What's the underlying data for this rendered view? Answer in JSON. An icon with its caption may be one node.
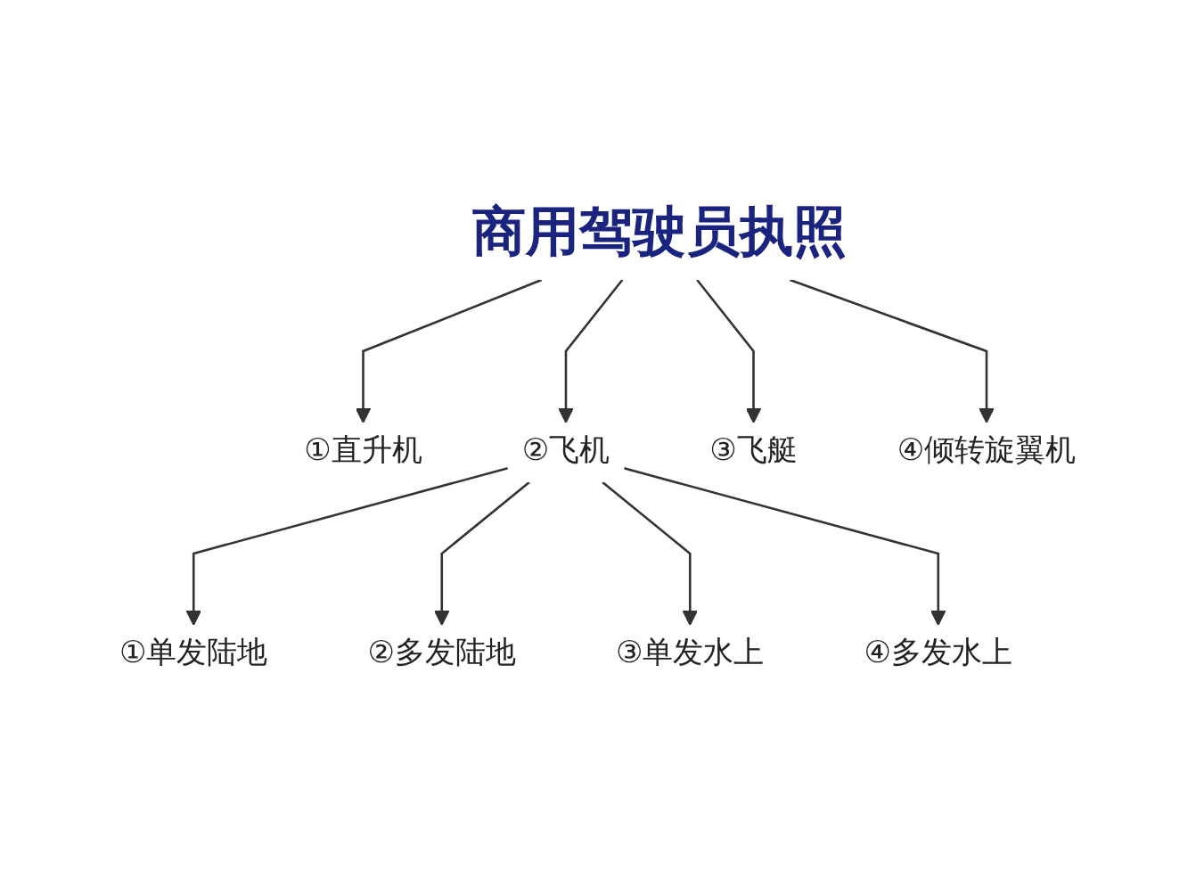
{
  "diagram": {
    "nodes": [
      {
        "text": [
          "商用驾驶员执照"
        ]
      },
      {
        "text": [
          "①直升机"
        ]
      },
      {
        "text": [
          "②飞机"
        ]
      },
      {
        "text": [
          "③飞艇"
        ]
      },
      {
        "text": [
          "④倾转旋翼机"
        ]
      },
      {
        "text": [
          "①单发陆地"
        ]
      },
      {
        "text": [
          "②多发陆地"
        ]
      },
      {
        "text": [
          "③单发水上"
        ]
      },
      {
        "text": [
          "④多发水上"
        ]
      }
    ],
    "edges": [
      {
        "from": 0,
        "to": 1,
        "arrow": "to"
      },
      {
        "from": 0,
        "to": 2,
        "arrow": "to"
      },
      {
        "from": 0,
        "to": 3,
        "arrow": "to"
      },
      {
        "from": 0,
        "to": 4,
        "arrow": "to"
      },
      {
        "from": 2,
        "to": 5,
        "arrow": "to"
      },
      {
        "from": 2,
        "to": 6,
        "arrow": "to"
      },
      {
        "from": 2,
        "to": 7,
        "arrow": "to"
      },
      {
        "from": 2,
        "to": 8,
        "arrow": "to"
      }
    ]
  }
}
